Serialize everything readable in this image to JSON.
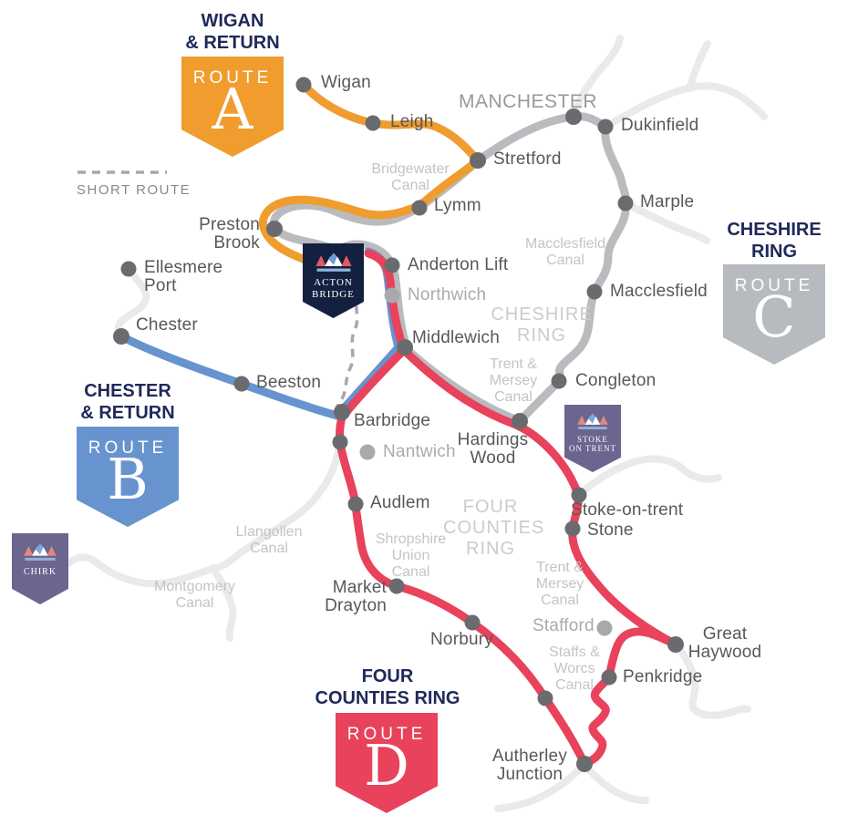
{
  "legend": {
    "short_route": "SHORT ROUTE"
  },
  "colors": {
    "route_a": "#F09C2F",
    "route_b": "#6793CE",
    "route_c": "#BABBBE",
    "route_d": "#E8425C",
    "faded": "#EAEAEB",
    "dashed": "#A5A7AA",
    "dot": "#6A6B6E",
    "dot_light": "#A7A9AC",
    "navy_badge": "#14203F",
    "purple_badge": "#6B6590"
  },
  "badges": {
    "route_a": {
      "title": "WIGAN\n& RETURN",
      "route_word": "ROUTE",
      "letter": "A"
    },
    "route_b": {
      "title": "CHESTER\n& RETURN",
      "route_word": "ROUTE",
      "letter": "B"
    },
    "route_c": {
      "title": "CHESHIRE\nRING",
      "route_word": "ROUTE",
      "letter": "C"
    },
    "route_d": {
      "title": "FOUR\nCOUNTIES RING",
      "route_word": "ROUTE",
      "letter": "D"
    },
    "acton_bridge": {
      "line1": "ACTON",
      "line2": "BRIDGE"
    },
    "stoke": {
      "line1": "STOKE",
      "line2": "ON TRENT"
    },
    "chirk": {
      "line1": "CHIRK"
    }
  },
  "map_labels": {
    "manchester": "MANCHESTER",
    "cheshire_ring": "CHESHIRE\nRING",
    "four_counties_ring": "FOUR\nCOUNTIES\nRING"
  },
  "towns": {
    "wigan": {
      "label": "Wigan"
    },
    "leigh": {
      "label": "Leigh"
    },
    "dukinfield": {
      "label": "Dukinfield"
    },
    "stretford": {
      "label": "Stretford"
    },
    "lymm": {
      "label": "Lymm"
    },
    "marple": {
      "label": "Marple"
    },
    "preston_brook": {
      "label": "Preston\nBrook"
    },
    "ellesmere_port": {
      "label": "Ellesmere\nPort"
    },
    "chester": {
      "label": "Chester"
    },
    "anderton_lift": {
      "label": "Anderton Lift"
    },
    "northwich": {
      "label": "Northwich"
    },
    "middlewich": {
      "label": "Middlewich"
    },
    "macclesfield": {
      "label": "Macclesfield"
    },
    "congleton": {
      "label": "Congleton"
    },
    "beeston": {
      "label": "Beeston"
    },
    "barbridge": {
      "label": "Barbridge"
    },
    "nantwich": {
      "label": "Nantwich"
    },
    "hardings_wood": {
      "label": "Hardings\nWood"
    },
    "audlem": {
      "label": "Audlem"
    },
    "stoke_on_trent": {
      "label": "Stoke-on-trent"
    },
    "stone": {
      "label": "Stone"
    },
    "market_drayton": {
      "label": "Market\nDrayton"
    },
    "norbury": {
      "label": "Norbury"
    },
    "stafford": {
      "label": "Stafford"
    },
    "great_haywood": {
      "label": "Great\nHaywood"
    },
    "penkridge": {
      "label": "Penkridge"
    },
    "autherley": {
      "label": "Autherley\nJunction"
    }
  },
  "canals": {
    "bridgewater": "Bridgewater\nCanal",
    "macclesfield": "Macclesfield\nCanal",
    "trent_mersey_north": "Trent &\nMersey\nCanal",
    "trent_mersey_south": "Trent &\nMersey\nCanal",
    "shropshire_union": "Shropshire\nUnion\nCanal",
    "staffs_worcs": "Staffs &\nWorcs\nCanal",
    "llangollen": "Llangollen\nCanal",
    "montgomery": "Montgomery\nCanal"
  }
}
